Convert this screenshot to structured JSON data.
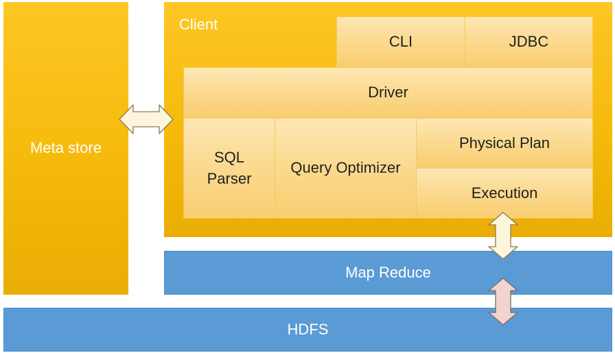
{
  "metastore": {
    "label": "Meta store"
  },
  "client": {
    "title": "Client",
    "cli": "CLI",
    "jdbc": "JDBC",
    "driver": "Driver",
    "sql_parser": {
      "line1": "SQL",
      "line2": "Parser"
    },
    "query_optimizer": "Query Optimizer",
    "physical_plan": "Physical Plan",
    "execution": "Execution"
  },
  "map_reduce": {
    "label": "Map Reduce"
  },
  "hdfs": {
    "label": "HDFS"
  },
  "colors": {
    "gold": "#f6ba0c",
    "pale_gold": "#fbd98e",
    "blue": "#5b9bd5",
    "arrow_cream": "#fef5dd",
    "arrow_pink": "#f3d3cf"
  },
  "connectors": [
    {
      "name": "metastore-client-arrow",
      "direction": "horizontal",
      "style": "double-headed"
    },
    {
      "name": "execution-mapreduce-arrow",
      "direction": "vertical",
      "style": "double-headed"
    },
    {
      "name": "mapreduce-hdfs-arrow",
      "direction": "vertical",
      "style": "double-headed"
    }
  ]
}
